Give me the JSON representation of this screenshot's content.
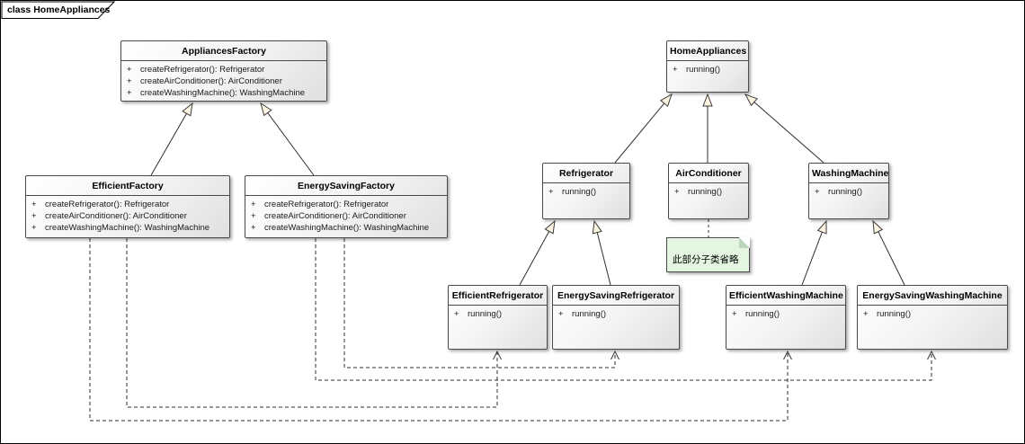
{
  "frame": {
    "label": "class HomeAppliances"
  },
  "classes": [
    {
      "name": "AppliancesFactory",
      "methods": [
        {
          "vis": "+",
          "sig": "createRefrigerator(): Refrigerator"
        },
        {
          "vis": "+",
          "sig": "createAirConditioner(): AirConditioner"
        },
        {
          "vis": "+",
          "sig": "createWashingMachine(): WashingMachine"
        }
      ]
    },
    {
      "name": "HomeAppliances",
      "methods": [
        {
          "vis": "+",
          "sig": "running()"
        }
      ]
    },
    {
      "name": "EfficientFactory",
      "methods": [
        {
          "vis": "+",
          "sig": "createRefrigerator(): Refrigerator"
        },
        {
          "vis": "+",
          "sig": "createAirConditioner(): AirConditioner"
        },
        {
          "vis": "+",
          "sig": "createWashingMachine(): WashingMachine"
        }
      ]
    },
    {
      "name": "EnergySavingFactory",
      "methods": [
        {
          "vis": "+",
          "sig": "createRefrigerator(): Refrigerator"
        },
        {
          "vis": "+",
          "sig": "createAirConditioner(): AirConditioner"
        },
        {
          "vis": "+",
          "sig": "createWashingMachine(): WashingMachine"
        }
      ]
    },
    {
      "name": "Refrigerator",
      "methods": [
        {
          "vis": "+",
          "sig": "running()"
        }
      ]
    },
    {
      "name": "AirConditioner",
      "methods": [
        {
          "vis": "+",
          "sig": "running()"
        }
      ]
    },
    {
      "name": "WashingMachine",
      "methods": [
        {
          "vis": "+",
          "sig": "running()"
        }
      ]
    },
    {
      "name": "EfficientRefrigerator",
      "methods": [
        {
          "vis": "+",
          "sig": "running()"
        }
      ]
    },
    {
      "name": "EnergySavingRefrigerator",
      "methods": [
        {
          "vis": "+",
          "sig": "running()"
        }
      ]
    },
    {
      "name": "EfficientWashingMachine",
      "methods": [
        {
          "vis": "+",
          "sig": "running()"
        }
      ]
    },
    {
      "name": "EnergySavingWashingMachine",
      "methods": [
        {
          "vis": "+",
          "sig": "running()"
        }
      ]
    }
  ],
  "note": {
    "text": "此部分子类省略"
  },
  "relationships": {
    "generalizations": [
      {
        "child": "EfficientFactory",
        "parent": "AppliancesFactory"
      },
      {
        "child": "EnergySavingFactory",
        "parent": "AppliancesFactory"
      },
      {
        "child": "Refrigerator",
        "parent": "HomeAppliances"
      },
      {
        "child": "AirConditioner",
        "parent": "HomeAppliances"
      },
      {
        "child": "WashingMachine",
        "parent": "HomeAppliances"
      },
      {
        "child": "EfficientRefrigerator",
        "parent": "Refrigerator"
      },
      {
        "child": "EnergySavingRefrigerator",
        "parent": "Refrigerator"
      },
      {
        "child": "EfficientWashingMachine",
        "parent": "WashingMachine"
      },
      {
        "child": "EnergySavingWashingMachine",
        "parent": "WashingMachine"
      }
    ],
    "dependencies": [
      {
        "from": "EfficientFactory",
        "to": "EfficientRefrigerator"
      },
      {
        "from": "EfficientFactory",
        "to": "EfficientWashingMachine"
      },
      {
        "from": "EnergySavingFactory",
        "to": "EnergySavingRefrigerator"
      },
      {
        "from": "EnergySavingFactory",
        "to": "EnergySavingWashingMachine"
      }
    ],
    "note_attached_to": "AirConditioner"
  },
  "colors": {
    "canvas_bg": "#ffffff",
    "box_border": "#4a4a4a",
    "box_fill_top": "#ffffff",
    "box_fill_bottom": "#e0e0e0",
    "note_bg": "#e4f6e2",
    "triangle_fill": "#fcf3e0",
    "line": "#2e2e2e"
  }
}
